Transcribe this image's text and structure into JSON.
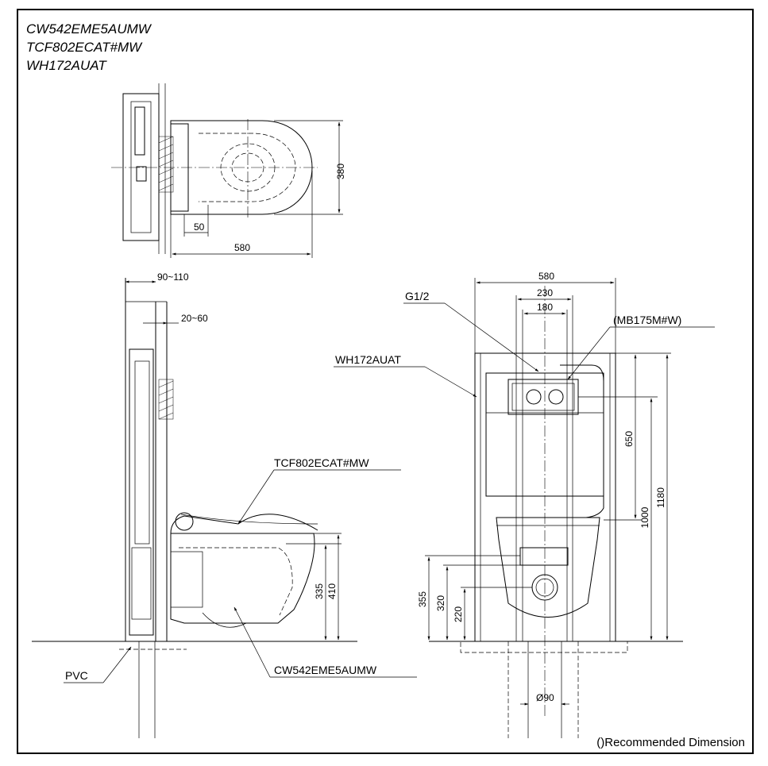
{
  "model_codes": [
    "CW542EME5AUMW",
    "TCF802ECAT#MW",
    "WH172AUAT"
  ],
  "top_view": {
    "dim_depth": "380",
    "dim_offset": "50",
    "dim_length": "580"
  },
  "side_view": {
    "dim_wall_range": "90~110",
    "dim_offset_range": "20~60",
    "label_seat": "TCF802ECAT#MW",
    "dim_height_1": "335",
    "dim_height_2": "410",
    "label_pipe": "PVC",
    "label_bowl": "CW542EME5AUMW"
  },
  "front_view": {
    "dim_width": "580",
    "dim_inner_1": "230",
    "dim_inner_2": "180",
    "label_inlet": "G1/2",
    "label_plate": "(MB175M#W)",
    "label_frame": "WH172AUAT",
    "dim_650": "650",
    "dim_1000": "1000",
    "dim_1180": "1180",
    "dim_355": "355",
    "dim_320": "320",
    "dim_220": "220",
    "dim_diameter": "Ø90"
  },
  "footer_note": "()Recommended Dimension"
}
